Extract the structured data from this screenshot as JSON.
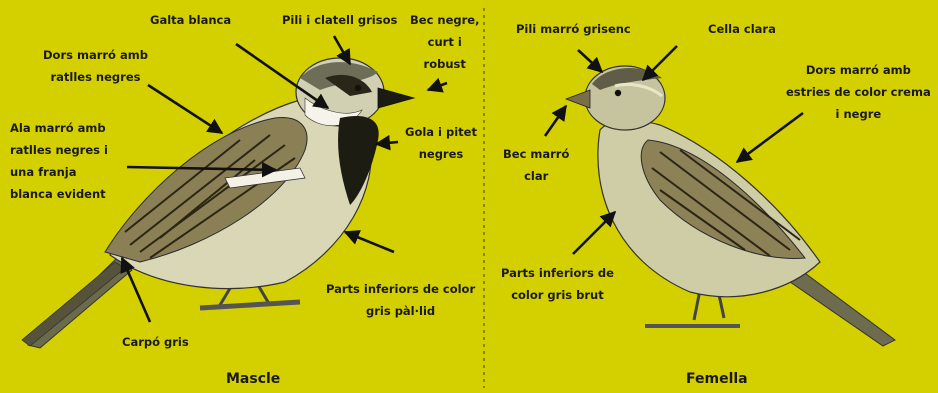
{
  "colors": {
    "background": "#d4d000",
    "text": "#1a1a1a",
    "arrow": "#111111",
    "divider": "#6f6c00"
  },
  "male": {
    "caption": "Mascle",
    "labels": {
      "cheek": "Galta blanca",
      "crown": "Pili i clatell grisos",
      "bill": "Bec negre,\ncurt i\nrobust",
      "back": "Dors marró amb\nratlles negres",
      "wing": "Ala marró amb\nratlles negres i\nuna franja\nblanca evident",
      "throat": "Gola i pitet\nnegres",
      "underparts": "Parts inferiors de color\ngris pàl·lid",
      "rump": "Carpó gris"
    }
  },
  "female": {
    "caption": "Femella",
    "labels": {
      "crown": "Pili marró grisenc",
      "eyebrow": "Cella clara",
      "back": "Dors marró amb\nestries de color crema\ni negre",
      "bill": "Bec marró\nclar",
      "underparts": "Parts inferiors de\ncolor gris brut"
    }
  }
}
